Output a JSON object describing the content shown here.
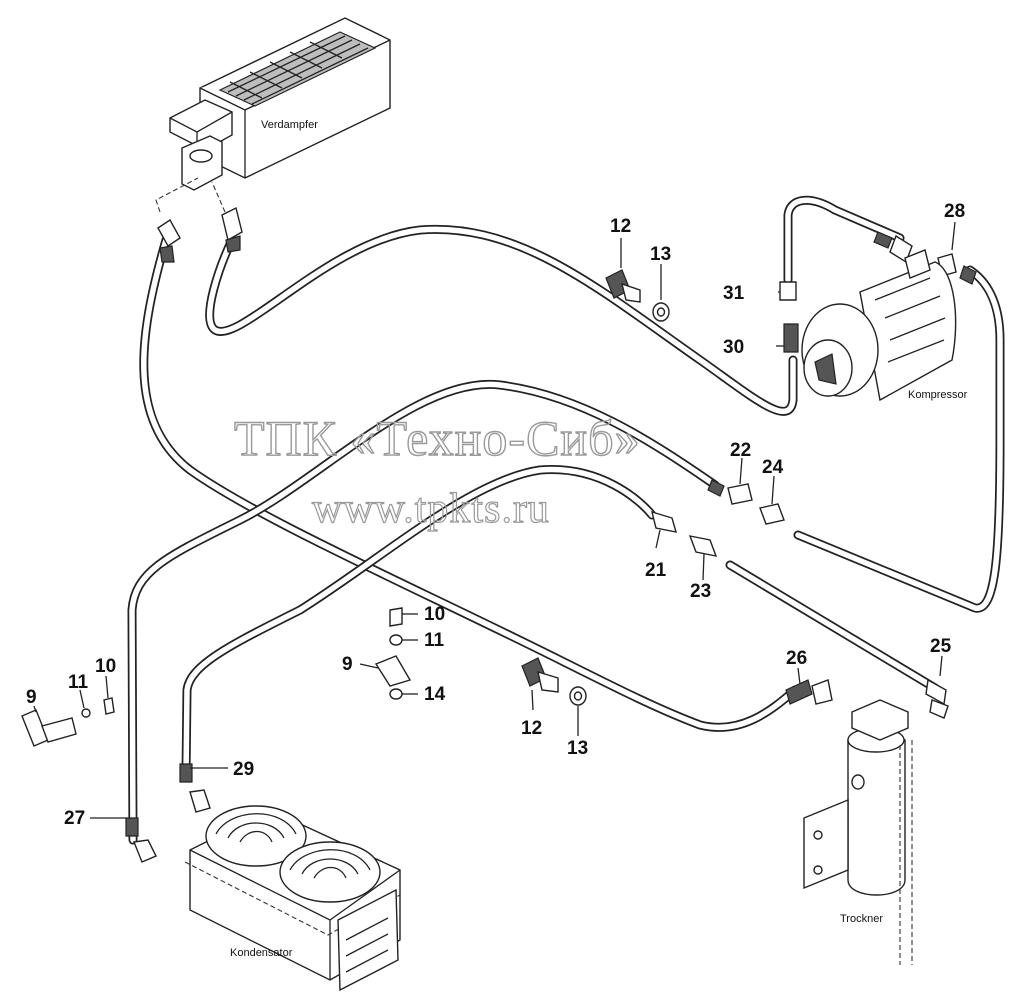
{
  "components": {
    "evaporator": "Verdampfer",
    "compressor": "Kompressor",
    "condenser": "Kondensator",
    "dryer": "Trockner"
  },
  "watermark": {
    "line1": "ТПК «Техно-Сиб»",
    "line2": "www.tpkts.ru"
  },
  "callouts": {
    "c12a": "12",
    "c13a": "13",
    "c28": "28",
    "c31": "31",
    "c30": "30",
    "c22": "22",
    "c24": "24",
    "c21": "21",
    "c23": "23",
    "c10a": "10",
    "c11a": "11",
    "c9a": "9",
    "c14": "14",
    "c11b": "11",
    "c10b": "10",
    "c9b": "9",
    "c26": "26",
    "c25": "25",
    "c12b": "12",
    "c13b": "13",
    "c29": "29",
    "c27": "27"
  }
}
